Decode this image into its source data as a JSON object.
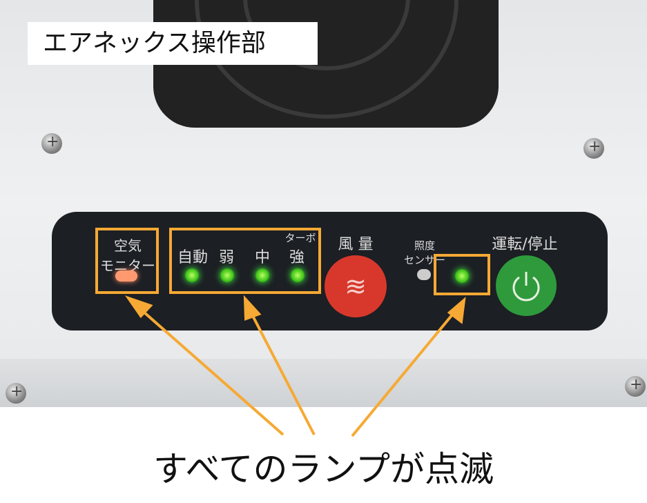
{
  "title_label": "エアネックス操作部",
  "panel": {
    "air_monitor_line1": "空気",
    "air_monitor_line2": "モニター",
    "modes": [
      "自動",
      "弱",
      "中",
      "強"
    ],
    "turbo": "ターボ",
    "fan_speed": "風 量",
    "light_sensor_line1": "照度",
    "light_sensor_line2": "センサー",
    "power": "運転/停止"
  },
  "caption": "すべてのランプが点滅",
  "colors": {
    "highlight": "#f6a934",
    "led_green": "#5fe030",
    "air_monitor_led": "#ff9a70",
    "fan_button": "#d8382c",
    "power_button": "#2e9a3c"
  },
  "icons": {
    "fan_button": "wave-icon",
    "power_button": "power-icon"
  }
}
